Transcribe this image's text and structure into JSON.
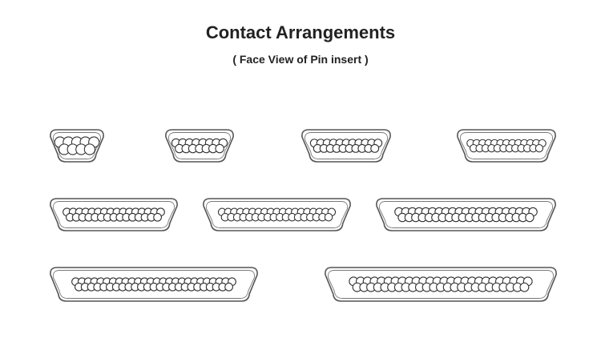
{
  "header": {
    "title": "Contact Arrangements",
    "subtitle": "( Face View of Pin insert )"
  },
  "connectors": [
    {
      "pins": 9,
      "row1": 5,
      "row2": 4
    },
    {
      "pins": 15,
      "row1": 8,
      "row2": 7
    },
    {
      "pins": 21,
      "row1": 11,
      "row2": 10
    },
    {
      "pins": 25,
      "row1": 13,
      "row2": 12
    },
    {
      "pins": 31,
      "row1": 16,
      "row2": 15
    },
    {
      "pins": 37,
      "row1": 19,
      "row2": 18
    },
    {
      "pins": 41,
      "row1": 21,
      "row2": 20
    },
    {
      "pins": 51,
      "row1": 26,
      "row2": 25
    },
    {
      "pins": 51,
      "row1": 26,
      "row2": 25
    }
  ]
}
